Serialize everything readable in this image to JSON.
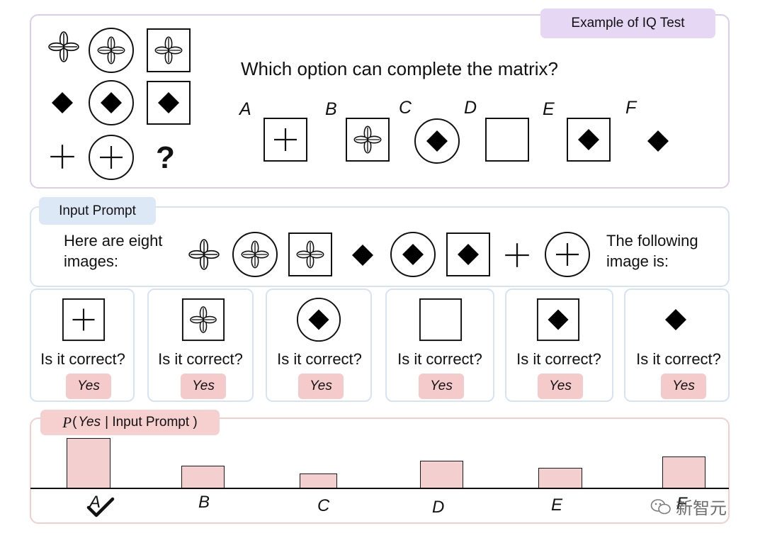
{
  "iq_panel": {
    "tag": "Example of IQ Test",
    "question": "Which option can complete the matrix?",
    "missing": "?",
    "options": [
      "A",
      "B",
      "C",
      "D",
      "E",
      "F"
    ]
  },
  "prompt_panel": {
    "tag": "Input Prompt",
    "lead_text": "Here are eight images:",
    "trail_text": "The following image is:"
  },
  "cards": [
    {
      "question": "Is it correct?",
      "answer": "Yes"
    },
    {
      "question": "Is it correct?",
      "answer": "Yes"
    },
    {
      "question": "Is it correct?",
      "answer": "Yes"
    },
    {
      "question": "Is it correct?",
      "answer": "Yes"
    },
    {
      "question": "Is it correct?",
      "answer": "Yes"
    },
    {
      "question": "Is it correct?",
      "answer": "Yes"
    }
  ],
  "probability": {
    "label_prefix": "P",
    "label_open": "(",
    "label_yes": "Yes",
    "label_rest": "| Input Prompt )",
    "correct_mark": "checkmark-icon"
  },
  "chart_data": {
    "type": "bar",
    "categories": [
      "A",
      "B",
      "C",
      "D",
      "E",
      "F"
    ],
    "values": [
      71,
      32,
      21,
      39,
      29,
      45
    ],
    "ylim": [
      0,
      100
    ],
    "grid": false,
    "legend": "none",
    "bar_color": "#f4cfcf",
    "correct_category": "A"
  },
  "watermark": {
    "icon": "wechat-icon",
    "text": "新智元"
  },
  "colors": {
    "iq_border": "#dccdea",
    "iq_tag": "#e6d8f5",
    "prompt_border": "#d6e3f4",
    "prompt_tag": "#dde8f7",
    "prob_border": "#f2cfcf",
    "prob_tag": "#f6cfcf",
    "yes_badge": "#f4caca"
  }
}
